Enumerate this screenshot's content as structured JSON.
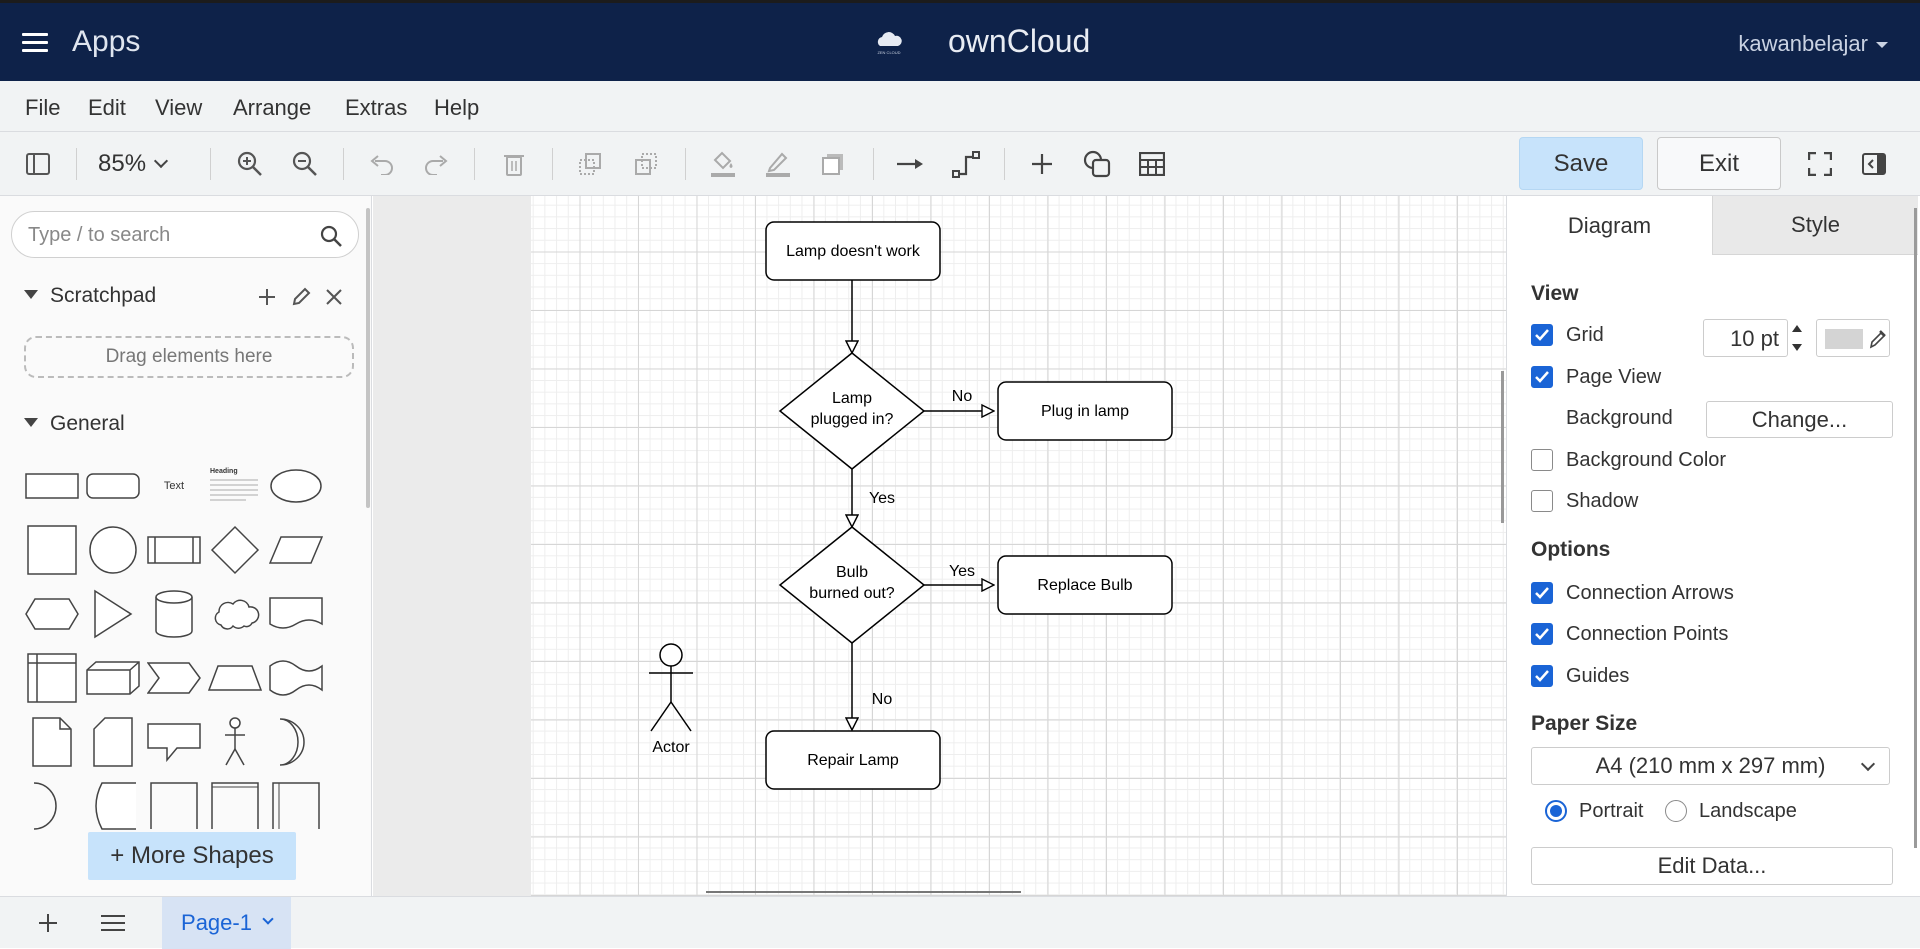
{
  "appbar": {
    "apps_title": "Apps",
    "brand": "ownCloud",
    "logo_text": "ZEN CLOUD",
    "user": "kawanbelajar"
  },
  "menu": [
    "File",
    "Edit",
    "View",
    "Arrange",
    "Extras",
    "Help"
  ],
  "toolbar": {
    "zoom": "85%",
    "save_label": "Save",
    "exit_label": "Exit"
  },
  "sidebar": {
    "search_placeholder": "Type / to search",
    "scratchpad_title": "Scratchpad",
    "drop_hint": "Drag elements here",
    "general_title": "General",
    "shape_text_label": "Text",
    "shape_heading_label": "Heading",
    "more_shapes_label": "+ More Shapes"
  },
  "diagram": {
    "nodes": {
      "start": "Lamp doesn't work",
      "decision1_line1": "Lamp",
      "decision1_line2": "plugged in?",
      "plug": "Plug in lamp",
      "decision2_line1": "Bulb",
      "decision2_line2": "burned out?",
      "replace": "Replace Bulb",
      "repair": "Repair Lamp",
      "actor": "Actor"
    },
    "edges": {
      "d1_right": "No",
      "d1_down": "Yes",
      "d2_right": "Yes",
      "d2_down": "No"
    }
  },
  "panel": {
    "tab_diagram": "Diagram",
    "tab_style": "Style",
    "view_title": "View",
    "grid_label": "Grid",
    "grid_checked": true,
    "grid_size": "10 pt",
    "grid_color": "#d4d4d4",
    "page_view_label": "Page View",
    "page_view_checked": true,
    "background_label": "Background",
    "change_label": "Change...",
    "bg_color_label": "Background Color",
    "bg_color_checked": false,
    "shadow_label": "Shadow",
    "shadow_checked": false,
    "options_title": "Options",
    "conn_arrows_label": "Connection Arrows",
    "conn_arrows_checked": true,
    "conn_points_label": "Connection Points",
    "conn_points_checked": true,
    "guides_label": "Guides",
    "guides_checked": true,
    "paper_size_title": "Paper Size",
    "paper_size_value": "A4 (210 mm x 297 mm)",
    "portrait_label": "Portrait",
    "portrait_selected": true,
    "landscape_label": "Landscape",
    "edit_data_label": "Edit Data..."
  },
  "bottombar": {
    "page_tab": "Page-1"
  },
  "colors": {
    "appbar_bg": "#0e2249",
    "accent": "#1a64d6",
    "save_bg": "#c7e3fb"
  }
}
